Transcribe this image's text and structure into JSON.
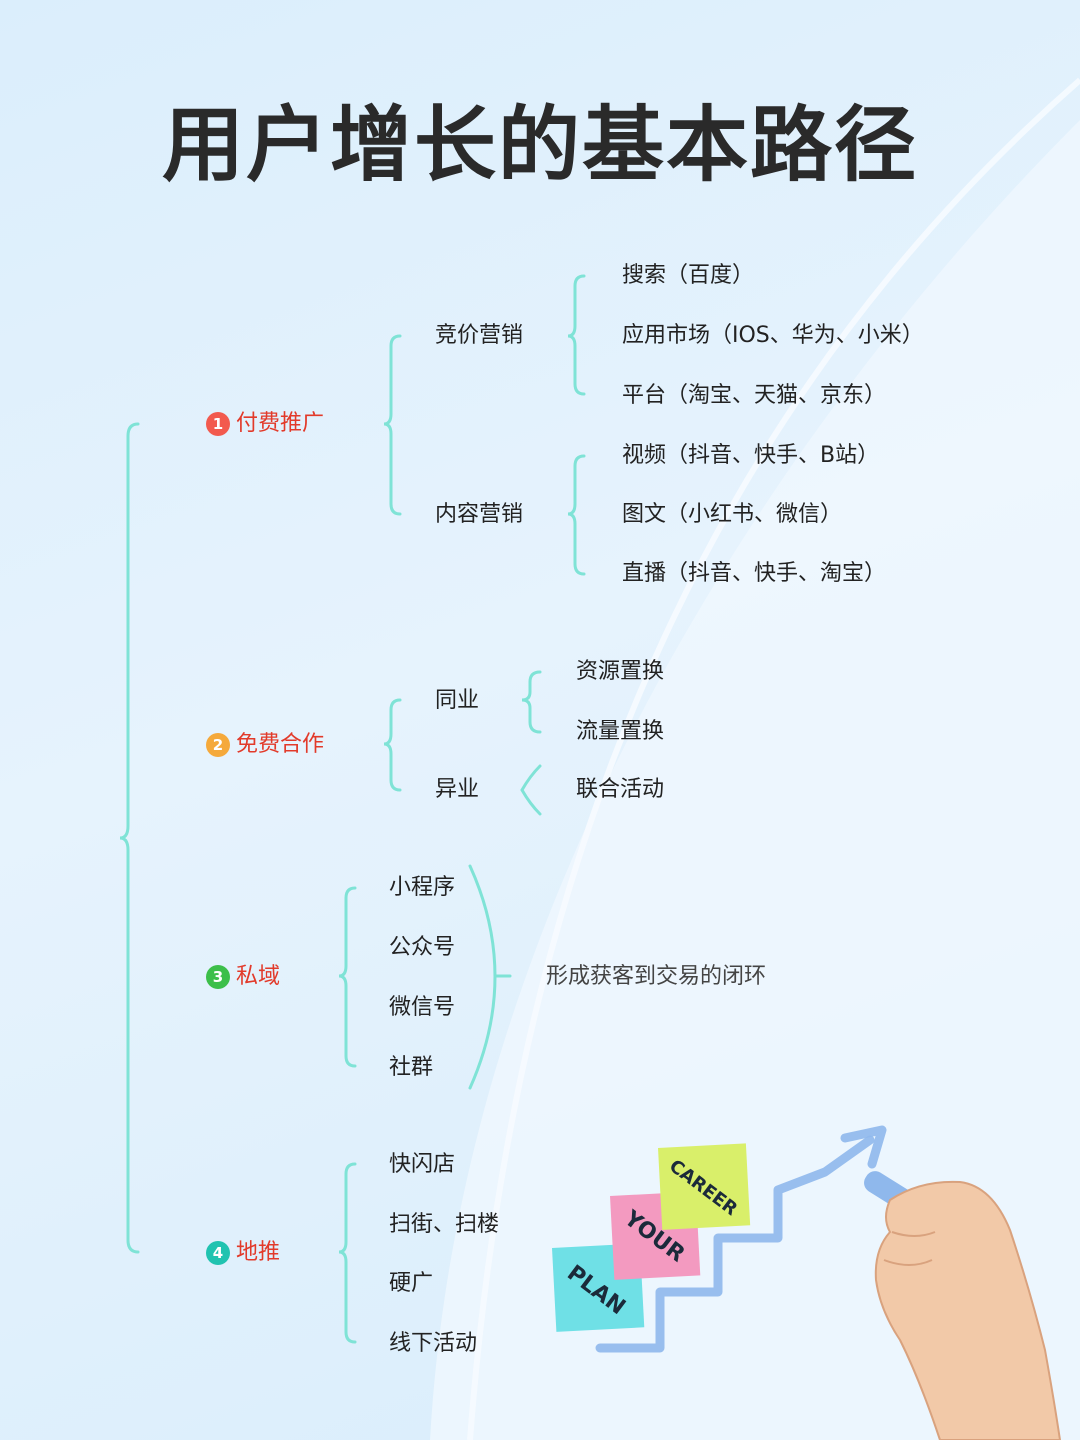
{
  "title": "用户增长的基本路径",
  "colors": {
    "bracket": "#7fe3d6",
    "category_text": "#e23a2a",
    "badge1": "#f25a4e",
    "badge2": "#f5a93b",
    "badge3": "#3cbf4a",
    "badge4": "#20c3b0"
  },
  "categories": [
    {
      "num": "1",
      "label": "付费推广",
      "subs": [
        {
          "label": "竞价营销",
          "items": [
            "搜索（百度）",
            "应用市场（IOS、华为、小米）",
            "平台（淘宝、天猫、京东）"
          ]
        },
        {
          "label": "内容营销",
          "items": [
            "视频（抖音、快手、B站）",
            "图文（小红书、微信）",
            "直播（抖音、快手、淘宝）"
          ]
        }
      ]
    },
    {
      "num": "2",
      "label": "免费合作",
      "subs": [
        {
          "label": "同业",
          "items": [
            "资源置换",
            "流量置换"
          ]
        },
        {
          "label": "异业",
          "items": [
            "联合活动"
          ]
        }
      ]
    },
    {
      "num": "3",
      "label": "私域",
      "items": [
        "小程序",
        "公众号",
        "微信号",
        "社群"
      ],
      "note": "形成获客到交易的闭环"
    },
    {
      "num": "4",
      "label": "地推",
      "items": [
        "快闪店",
        "扫街、扫楼",
        "硬广",
        "线下活动"
      ]
    }
  ],
  "illustration": {
    "notes": [
      "CAREER",
      "YOUR",
      "PLAN"
    ],
    "note_colors": [
      "#d9ef6a",
      "#f39ac0",
      "#6fe0e6"
    ]
  }
}
